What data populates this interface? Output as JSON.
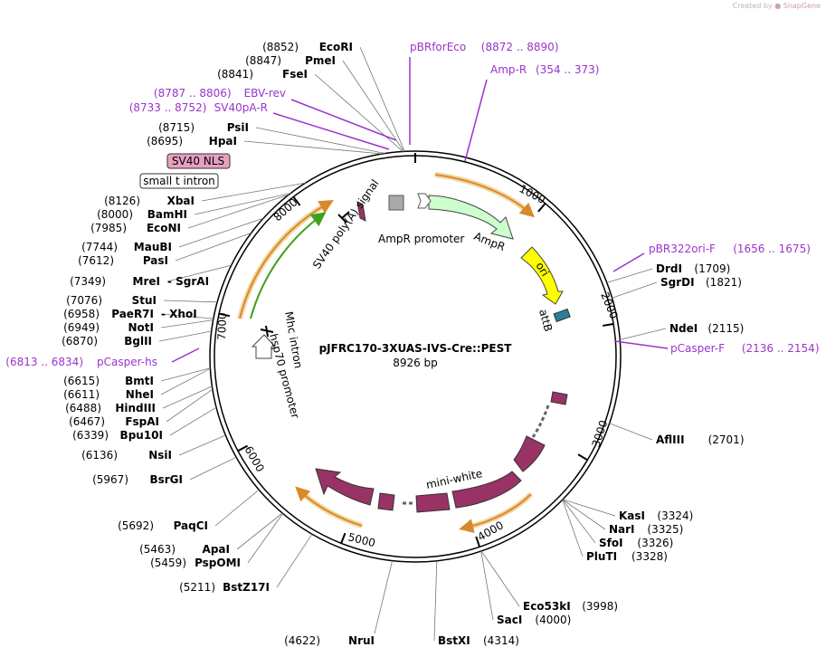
{
  "watermark": {
    "created_by": "Created by",
    "brand": "SnapGene"
  },
  "map": {
    "name": "pJFRC170-3XUAS-IVS-Cre::PEST",
    "length": "8926 bp",
    "ticks": [
      "1000",
      "2000",
      "3000",
      "4000",
      "5000",
      "6000",
      "7000",
      "8000"
    ]
  },
  "features": {
    "sv40_nls": "SV40 NLS",
    "small_t_intron": "small t intron",
    "sv40_polya": "SV40 poly(A) signal",
    "ampr_promoter": "AmpR promoter",
    "ampr": "AmpR",
    "ori": "ori",
    "attb": "attB",
    "mini_white": "mini-white",
    "mhc_intron": "Mhc intron",
    "hsp70_promoter": "hsp70 promoter"
  },
  "enzymes_left": [
    {
      "pos": "(8852)",
      "name": "EcoRI"
    },
    {
      "pos": "(8847)",
      "name": "PmeI"
    },
    {
      "pos": "(8841)",
      "name": "FseI"
    },
    {
      "pos": "(8715)",
      "name": "PsiI"
    },
    {
      "pos": "(8695)",
      "name": "HpaI"
    },
    {
      "pos": "(8126)",
      "name": "XbaI"
    },
    {
      "pos": "(8000)",
      "name": "BamHI"
    },
    {
      "pos": "(7985)",
      "name": "EcoNI"
    },
    {
      "pos": "(7744)",
      "name": "MauBI"
    },
    {
      "pos": "(7612)",
      "name": "PasI"
    },
    {
      "pos": "(7349)",
      "name": "MreI",
      "name2": "SgrAI"
    },
    {
      "pos": "(7076)",
      "name": "StuI"
    },
    {
      "pos": "(6958)",
      "name": "PaeR7I",
      "name2": "XhoI"
    },
    {
      "pos": "(6949)",
      "name": "NotI"
    },
    {
      "pos": "(6870)",
      "name": "BglII"
    },
    {
      "pos": "(6615)",
      "name": "BmtI"
    },
    {
      "pos": "(6611)",
      "name": "NheI"
    },
    {
      "pos": "(6488)",
      "name": "HindIII"
    },
    {
      "pos": "(6467)",
      "name": "FspAI"
    },
    {
      "pos": "(6339)",
      "name": "Bpu10I"
    },
    {
      "pos": "(6136)",
      "name": "NsiI"
    },
    {
      "pos": "(5967)",
      "name": "BsrGI"
    },
    {
      "pos": "(5692)",
      "name": "PaqCI"
    },
    {
      "pos": "(5463)",
      "name": "ApaI"
    },
    {
      "pos": "(5459)",
      "name": "PspOMI"
    },
    {
      "pos": "(5211)",
      "name": "BstZ17I"
    },
    {
      "pos": "(4622)",
      "name": "NruI"
    }
  ],
  "enzymes_right": [
    {
      "name": "DrdI",
      "pos": "(1709)"
    },
    {
      "name": "SgrDI",
      "pos": "(1821)"
    },
    {
      "name": "NdeI",
      "pos": "(2115)"
    },
    {
      "name": "AflIII",
      "pos": "(2701)"
    },
    {
      "name": "KasI",
      "pos": "(3324)"
    },
    {
      "name": "NarI",
      "pos": "(3325)"
    },
    {
      "name": "SfoI",
      "pos": "(3326)"
    },
    {
      "name": "PluTI",
      "pos": "(3328)"
    },
    {
      "name": "Eco53kI",
      "pos": "(3998)"
    },
    {
      "name": "SacI",
      "pos": "(4000)"
    },
    {
      "name": "BstXI",
      "pos": "(4314)"
    }
  ],
  "primers": [
    {
      "name": "pBRforEco",
      "range": "(8872 .. 8890)"
    },
    {
      "name": "Amp-R",
      "range": "(354 .. 373)"
    },
    {
      "name": "EBV-rev",
      "range": "(8787 .. 8806)"
    },
    {
      "name": "SV40pA-R",
      "range": "(8733 .. 8752)"
    },
    {
      "name": "pBR322ori-F",
      "range": "(1656 .. 1675)"
    },
    {
      "name": "pCasper-F",
      "range": "(2136 .. 2154)"
    },
    {
      "name": "pCasper-hs",
      "range": "(6813 .. 6834)"
    }
  ],
  "colors": {
    "primer": "#9a34cc",
    "ampr": "#ccffcc",
    "ori": "#ffff00",
    "attb": "#2a7f95",
    "white": "#993366",
    "nls": "#e8a0c0",
    "orange": "#e69a3a",
    "green": "#3ea020"
  }
}
